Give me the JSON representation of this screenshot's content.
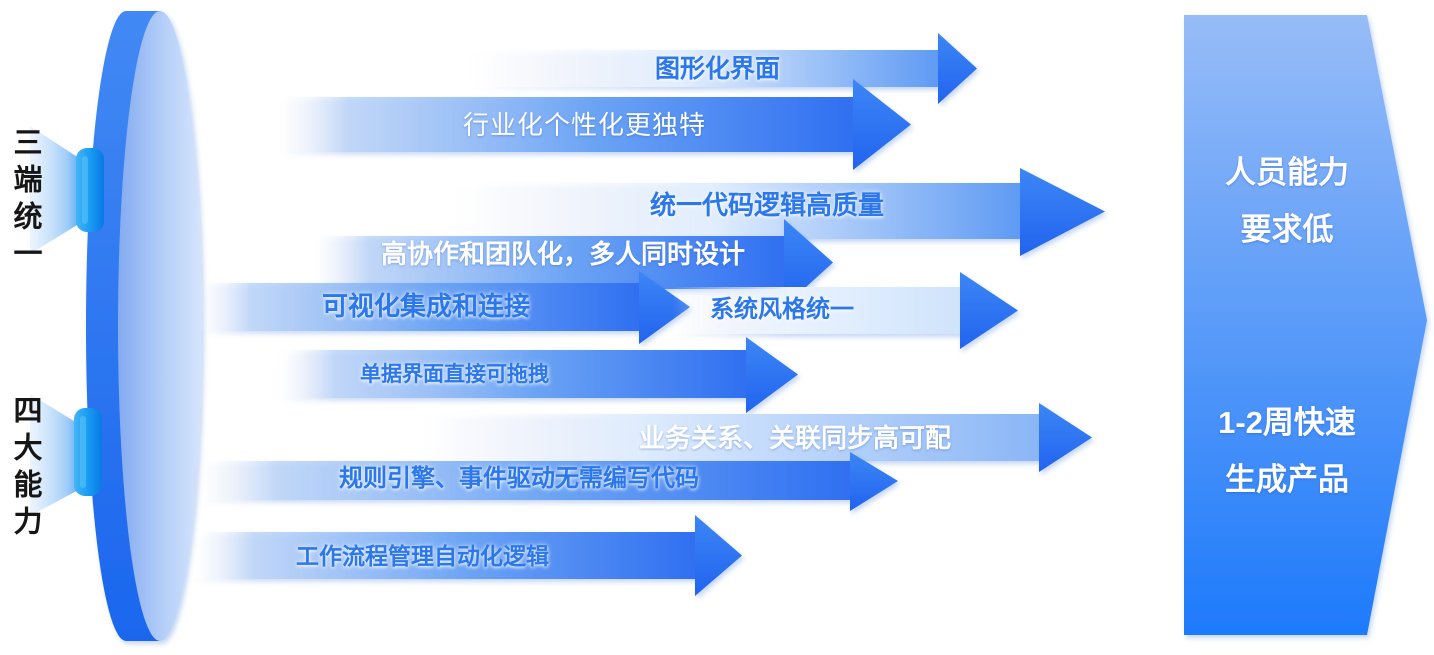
{
  "left_labels": [
    {
      "text": "三端统一"
    },
    {
      "text": "四大能力"
    }
  ],
  "arrows": [
    {
      "label": "图形化界面",
      "text_style": "blue"
    },
    {
      "label": "行业化个性化更独特",
      "text_style": "white"
    },
    {
      "label": "统一代码逻辑高质量",
      "text_style": "blue"
    },
    {
      "label": "高协作和团队化，多人同时设计",
      "text_style": "white-bold"
    },
    {
      "label": "可视化集成和连接",
      "text_style": "blue"
    },
    {
      "label": "系统风格统一",
      "text_style": "blue"
    },
    {
      "label": "单据界面直接可拖拽",
      "text_style": "blue"
    },
    {
      "label": "业务关系、关联同步高可配",
      "text_style": "white-bold"
    },
    {
      "label": "规则引擎、事件驱动无需编写代码",
      "text_style": "blue"
    },
    {
      "label": "工作流程管理自动化逻辑",
      "text_style": "blue"
    }
  ],
  "outcomes": [
    {
      "lines": [
        "人员能力",
        "要求低"
      ]
    },
    {
      "lines": [
        "1-2周快速",
        "生成产品"
      ]
    }
  ],
  "colors": {
    "arrow_solid_blue": "#2f6ff1",
    "arrow_light_body": "#dfecfd",
    "label_blue": "#2b77eb",
    "label_white": "#ffffff",
    "pentagon_top": "#97bcf7",
    "pentagon_bottom": "#1d7afb",
    "disc_dark": "#2e77f1",
    "disc_face": "#b9d2f9",
    "knob_blue": "#17a0f0",
    "left_text": "#161616"
  }
}
